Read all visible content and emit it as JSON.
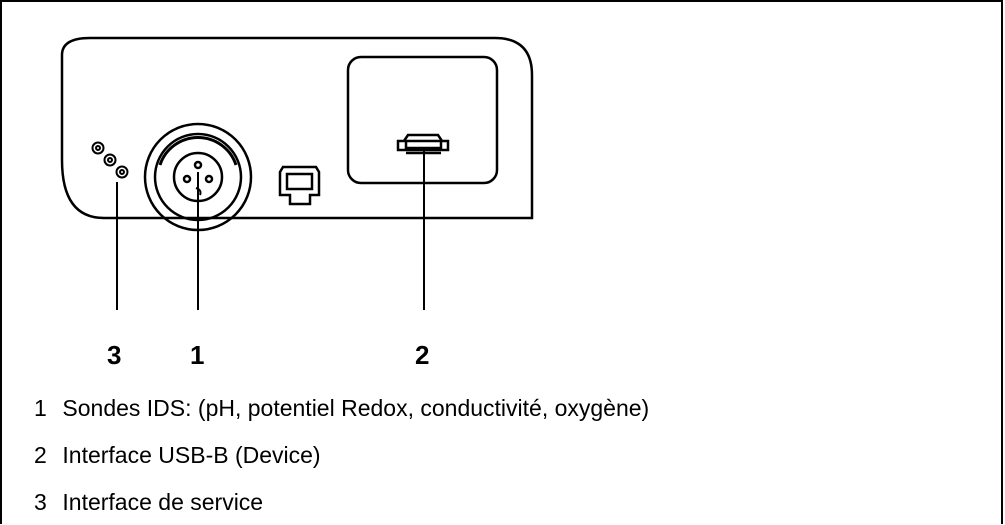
{
  "callouts": {
    "c3": "3",
    "c1": "1",
    "c2": "2"
  },
  "legend": [
    {
      "num": "1",
      "text": "Sondes IDS: (pH, potentiel Redox, conductivité, oxygène)"
    },
    {
      "num": "2",
      "text": "Interface USB-B (Device)"
    },
    {
      "num": "3",
      "text": "Interface de service"
    }
  ]
}
